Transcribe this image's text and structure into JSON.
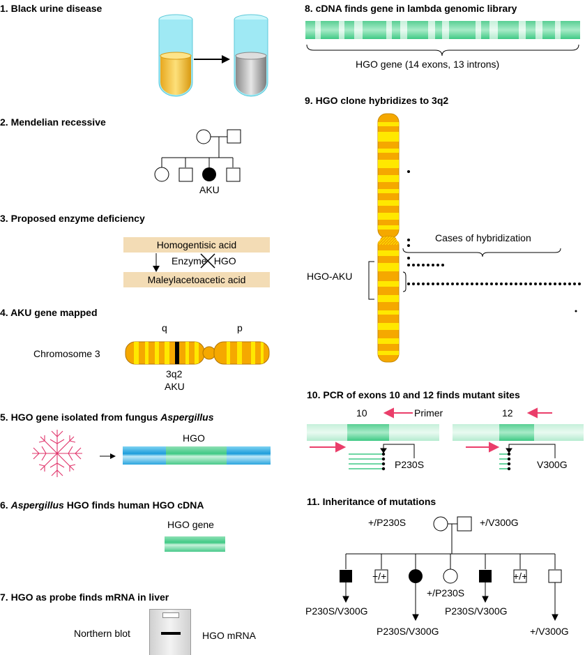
{
  "colors": {
    "chromosome": "#f5a800",
    "chromosome_band": "#ffe800",
    "gene": "#3fc985",
    "gene_light": "#b9ecd0",
    "fungal_dna": "#4bb6e6",
    "arrow_red": "#ea3e6a",
    "enzyme_box": "#f3dcb5",
    "tube_glass": "#9fe9f4",
    "urine_normal": "#f6c33a",
    "urine_dark": "#b7b7b7"
  },
  "steps": {
    "s1": {
      "num": "1.",
      "title": "Black urine disease"
    },
    "s2": {
      "num": "2.",
      "title": "Mendelian recessive",
      "label": "AKU"
    },
    "s3": {
      "num": "3.",
      "title": "Proposed enzyme deficiency",
      "substrate": "Homogentisic acid",
      "enzyme_a": "Enzym",
      "enzyme_b": "HGO",
      "product": "Maleylacetoacetic acid"
    },
    "s4": {
      "num": "4.",
      "title": "AKU gene mapped",
      "chrom_label": "Chromosome 3",
      "q": "q",
      "p": "p",
      "locus": "3q2",
      "gene": "AKU"
    },
    "s5": {
      "num": "5.",
      "title": "HGO gene isolated from fungus ",
      "title_italic": "Aspergillus",
      "label": "HGO"
    },
    "s6": {
      "num": "6.",
      "title_italic": "Aspergillus",
      "title": " HGO finds human HGO  cDNA",
      "label": "HGO gene"
    },
    "s7": {
      "num": "7.",
      "title": "HGO as probe finds mRNA in liver",
      "blot_label": "Northern blot",
      "mrna_label": "HGO mRNA"
    },
    "s8": {
      "num": "8.",
      "title": "cDNA finds gene in lambda genomic library",
      "label": "HGO gene (14 exons, 13 introns)"
    },
    "s9": {
      "num": "9.",
      "title": "HGO clone hybridizes to 3q2",
      "cases": "Cases of hybridization",
      "region": "HGO-AKU"
    },
    "s10": {
      "num": "10.",
      "title": "PCR of exons 10 and 12 finds mutant sites",
      "exon_a": "10",
      "exon_b": "12",
      "primer": "Primer",
      "mut_a": "P230S",
      "mut_b": "V300G"
    },
    "s11": {
      "num": "11.",
      "title": "Inheritance of mutations",
      "mother": "+/P230S",
      "father": "+/V300G",
      "children": [
        "P230S/V300G",
        "+/+",
        "P230S/V300G",
        "+/P230S",
        "P230S/V300G",
        "+/+",
        "+/V300G"
      ]
    }
  }
}
